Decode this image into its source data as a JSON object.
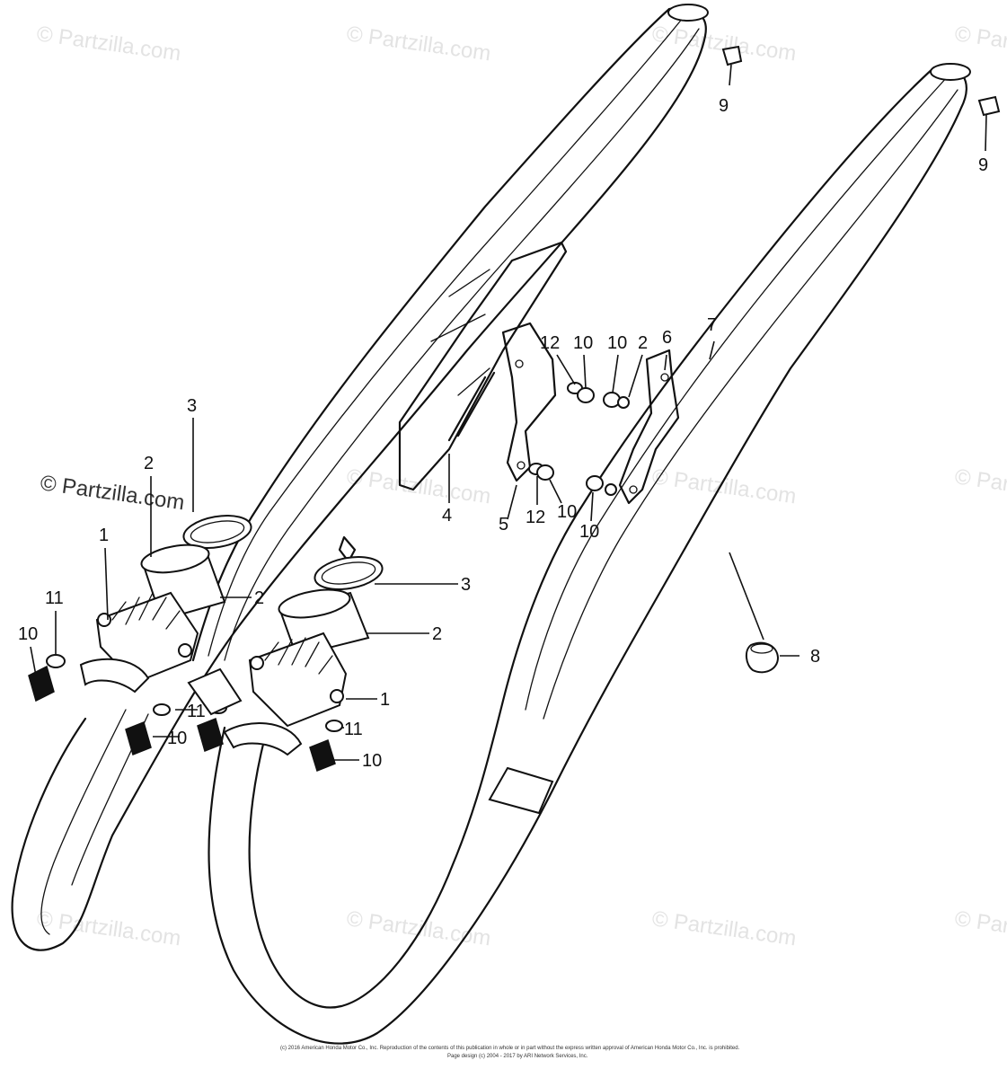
{
  "watermark": {
    "text": "© Partzilla.com"
  },
  "callouts": {
    "c1a": "1",
    "c1b": "1",
    "c2a": "2",
    "c2b": "2",
    "c2c": "2",
    "c2d": "2",
    "c3a": "3",
    "c3b": "3",
    "c4": "4",
    "c5": "5",
    "c6": "6",
    "c7": "7",
    "c8": "8",
    "c9a": "9",
    "c9b": "9",
    "c10a": "10",
    "c10b": "10",
    "c10c": "10",
    "c10d": "10",
    "c10e": "10",
    "c10f": "10",
    "c10g": "10",
    "c11a": "11",
    "c11b": "11",
    "c11c": "11",
    "c12a": "12",
    "c12b": "12"
  },
  "footer": {
    "line1": "(c) 2016 American Honda Motor Co., Inc. Reproduction of the contents of this publication in whole or in part without the express written approval of American Honda Motor Co., Inc. is prohibited.",
    "line2": "Page design (c) 2004 - 2017 by ARI Network Services, Inc."
  }
}
